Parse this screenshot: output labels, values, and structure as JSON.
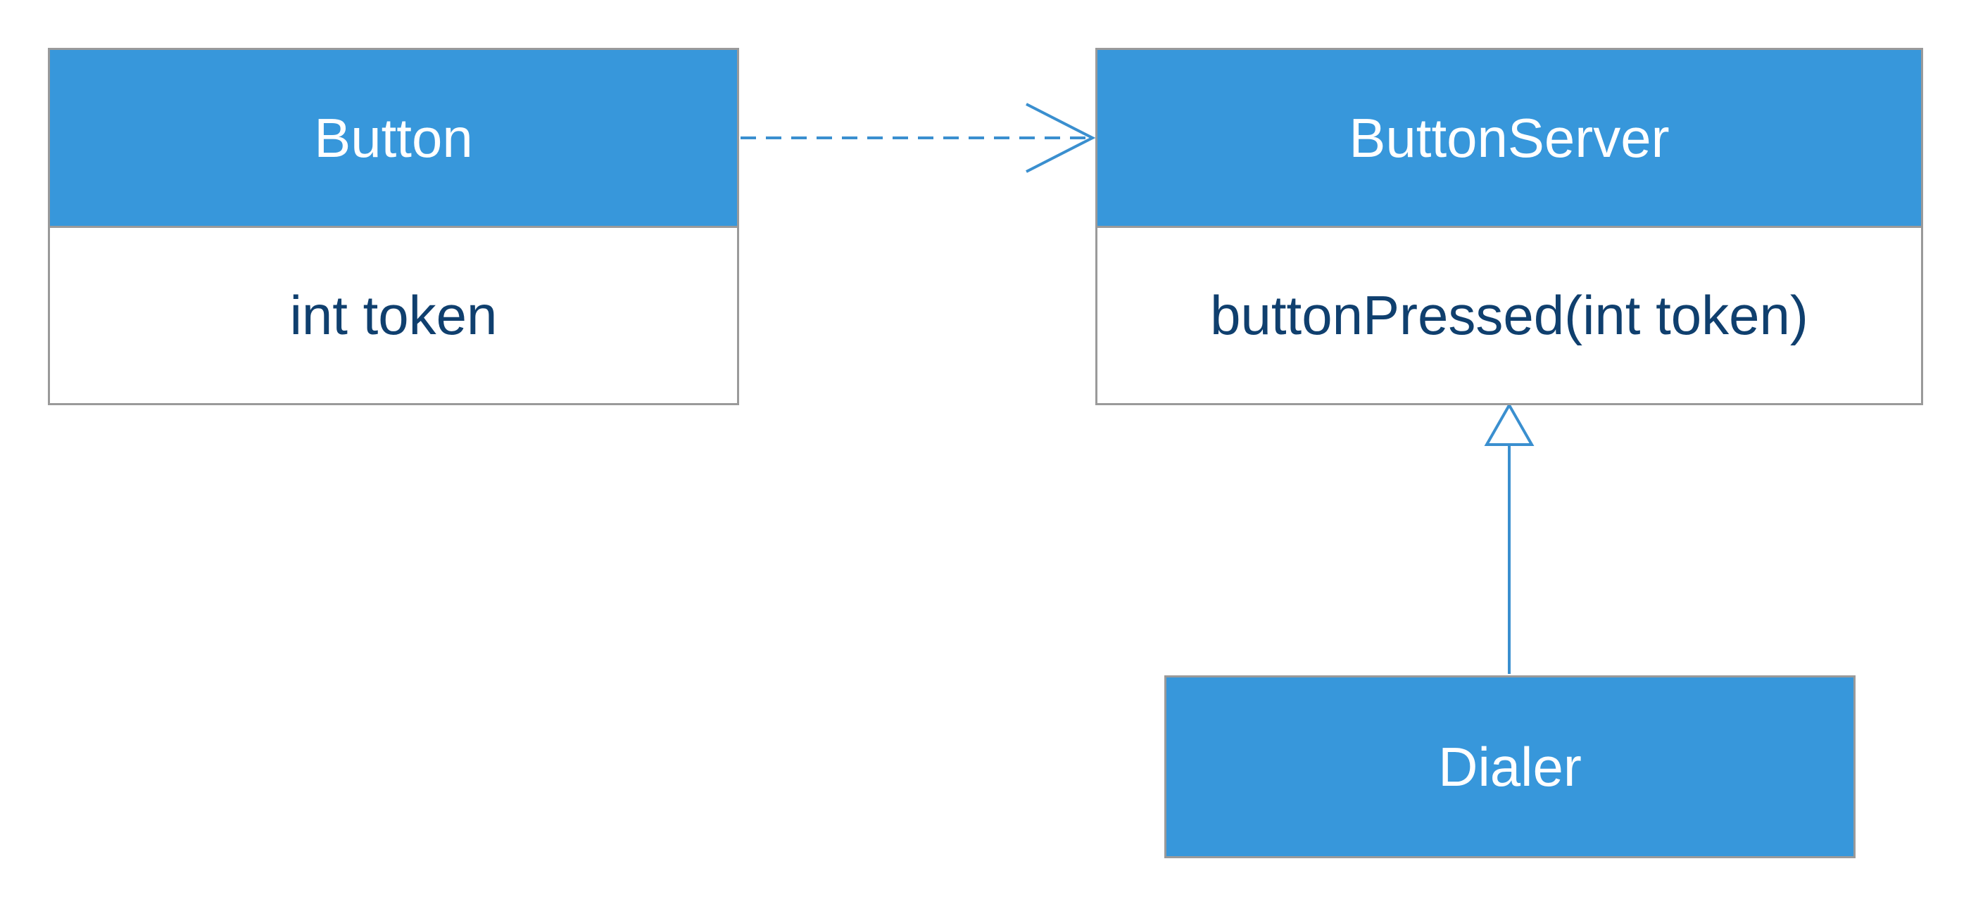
{
  "colors": {
    "header_fill": "#3797db",
    "border": "#9a9a9a",
    "body_text": "#0f3f6e",
    "header_text": "#ffffff",
    "connector": "#3a8fcf"
  },
  "classes": {
    "button": {
      "name": "Button",
      "attribute": "int token"
    },
    "button_server": {
      "name": "ButtonServer",
      "method": "buttonPressed(int token)"
    },
    "dialer": {
      "name": "Dialer"
    }
  },
  "relationships": [
    {
      "type": "dependency",
      "from": "Button",
      "to": "ButtonServer"
    },
    {
      "type": "realization",
      "from": "Dialer",
      "to": "ButtonServer"
    }
  ]
}
